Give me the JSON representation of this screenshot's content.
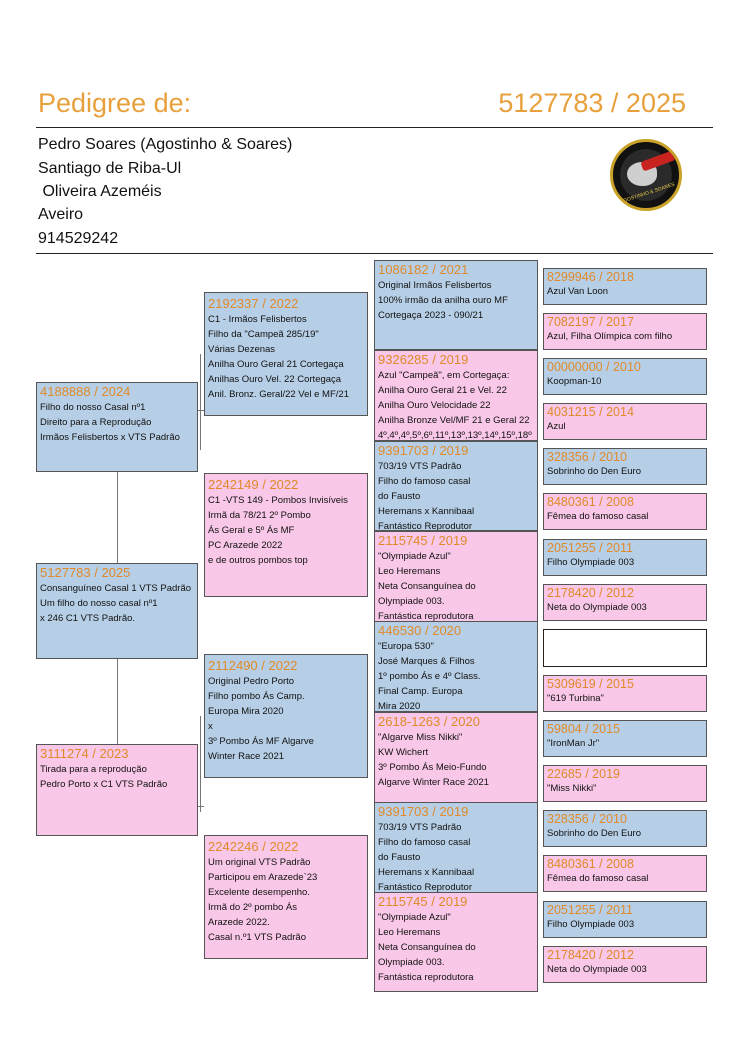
{
  "header": {
    "title": "Pedigree de:",
    "ring": "5127783 / 2025"
  },
  "owner": {
    "lines": [
      "Pedro Soares (Agostinho & Soares)",
      "Santiago de Riba-Ul",
      " Oliveira Azeméis",
      "Aveiro",
      "914529242"
    ],
    "logo_text": "AGOSTINHO & SOARES"
  },
  "col1": [
    {
      "id": "4188888 / 2024",
      "color": "blue",
      "lines": [
        "Filho do nosso Casal nº1",
        "Direito para a Reprodução",
        "Irmãos Felisbertos x VTS Padrão"
      ]
    },
    {
      "id": "5127783 / 2025",
      "color": "blue",
      "lines": [
        "Consanguíneo Casal 1 VTS Padrão",
        "Um filho do nosso casal nº1",
        "x 246 C1 VTS Padrão."
      ]
    },
    {
      "id": "3111274 / 2023",
      "color": "pink",
      "lines": [
        "Tirada para a reprodução",
        "Pedro Porto x C1 VTS Padrão"
      ]
    }
  ],
  "col2": [
    {
      "id": "2192337 / 2022",
      "color": "blue",
      "lines": [
        "C1 - Irmãos Felisbertos",
        "Filho da \"Campeã 285/19\"",
        "Várias Dezenas",
        "Anilha Ouro Geral 21 Cortegaça",
        "Anilhas Ouro Vel. 22 Cortegaça",
        "Anil. Bronz. Geral/22 Vel e MF/21"
      ]
    },
    {
      "id": "2242149 / 2022",
      "color": "pink",
      "lines": [
        "C1 -VTS 149 - Pombos Invisíveis",
        "Irmã da 78/21 2º Pombo",
        "Ás Geral e 5º Ás MF",
        "PC Arazede 2022",
        "e de outros pombos top"
      ]
    },
    {
      "id": "2112490 / 2022",
      "color": "blue",
      "lines": [
        "Original Pedro Porto",
        "Filho pombo Ás Camp.",
        "Europa Mira 2020",
        "x",
        "3º Pombo Ás MF Algarve",
        "Winter Race 2021"
      ]
    },
    {
      "id": "2242246 / 2022",
      "color": "pink",
      "lines": [
        "Um original VTS Padrão",
        "Participou em Arazede`23",
        "Excelente desempenho.",
        "Irmã do 2º pombo Ás",
        "Arazede 2022.",
        "Casal n.º1 VTS Padrão"
      ]
    }
  ],
  "col3": [
    {
      "id": "1086182 / 2021",
      "color": "blue",
      "lines": [
        "Original Irmãos Felisbertos",
        "100% irmão da anilha ouro MF",
        "Cortegaça 2023 - 090/21"
      ]
    },
    {
      "id": "9326285 / 2019",
      "color": "pink",
      "lines": [
        "Azul \"Campeã\", em Cortegaça:",
        "Anilha Ouro Geral 21 e Vel. 22",
        "Anilha Ouro Velocidade 22",
        "Anilha Bronze Vel/MF 21 e Geral 22",
        "4º,4º,4º,5º,6º,11º,13º,13º,14º,15º,18º"
      ]
    },
    {
      "id": "9391703 / 2019",
      "color": "blue",
      "lines": [
        "703/19 VTS Padrão",
        "Filho do famoso casal",
        "do Fausto",
        "Heremans x Kannibaal",
        "Fantástico Reprodutor"
      ]
    },
    {
      "id": "2115745 / 2019",
      "color": "pink",
      "lines": [
        "\"Olympiade Azul\"",
        "Leo Heremans",
        "Neta Consanguínea do",
        "Olympiade 003.",
        "Fantástica reprodutora"
      ]
    },
    {
      "id": "446530 / 2020",
      "color": "blue",
      "lines": [
        "\"Europa 530\"",
        "José Marques & Filhos",
        "1º pombo Ás e 4º Class.",
        "Final Camp. Europa",
        "Mira 2020"
      ]
    },
    {
      "id": "2618-1263 / 2020",
      "color": "pink",
      "lines": [
        "\"Algarve Miss Nikki\"",
        "KW Wichert",
        "3º Pombo Ás Meio-Fundo",
        "Algarve Winter Race 2021"
      ]
    },
    {
      "id": "9391703 / 2019",
      "color": "blue",
      "lines": [
        "703/19 VTS Padrão",
        "Filho do famoso casal",
        "do Fausto",
        "Heremans x Kannibaal",
        "Fantástico Reprodutor"
      ]
    },
    {
      "id": "2115745 / 2019",
      "color": "pink",
      "lines": [
        "\"Olympiade Azul\"",
        "Leo Heremans",
        "Neta Consanguínea do",
        "Olympiade 003.",
        "Fantástica reprodutora"
      ]
    }
  ],
  "col4": [
    {
      "id": "8299946 / 2018",
      "color": "blue",
      "lines": [
        "Azul Van Loon"
      ]
    },
    {
      "id": "7082197 / 2017",
      "color": "pink",
      "lines": [
        "Azul, Filha Olímpica com filho"
      ]
    },
    {
      "id": "00000000 / 2010",
      "color": "blue",
      "lines": [
        "Koopman-10"
      ]
    },
    {
      "id": "4031215 / 2014",
      "color": "pink",
      "lines": [
        "Azul"
      ]
    },
    {
      "id": "328356 / 2010",
      "color": "blue",
      "lines": [
        "Sobrinho do Den Euro"
      ]
    },
    {
      "id": "8480361 / 2008",
      "color": "pink",
      "lines": [
        "Fêmea do famoso casal"
      ]
    },
    {
      "id": "2051255 / 2011",
      "color": "blue",
      "lines": [
        "Filho Olympiade 003"
      ]
    },
    {
      "id": "2178420 / 2012",
      "color": "pink",
      "lines": [
        "Neta do Olympiade 003"
      ]
    },
    {
      "id": "",
      "color": "white",
      "lines": []
    },
    {
      "id": "5309619 / 2015",
      "color": "pink",
      "lines": [
        "\"619 Turbina\""
      ]
    },
    {
      "id": "59804 / 2015",
      "color": "blue",
      "lines": [
        "\"IronMan Jr\""
      ]
    },
    {
      "id": "22685 / 2019",
      "color": "pink",
      "lines": [
        "\"Miss Nikki\""
      ]
    },
    {
      "id": "328356 / 2010",
      "color": "blue",
      "lines": [
        "Sobrinho do Den Euro"
      ]
    },
    {
      "id": "8480361 / 2008",
      "color": "pink",
      "lines": [
        "Fêmea do famoso casal"
      ]
    },
    {
      "id": "2051255 / 2011",
      "color": "blue",
      "lines": [
        "Filho Olympiade 003"
      ]
    },
    {
      "id": "2178420 / 2012",
      "color": "pink",
      "lines": [
        "Neta do Olympiade 003"
      ]
    }
  ]
}
